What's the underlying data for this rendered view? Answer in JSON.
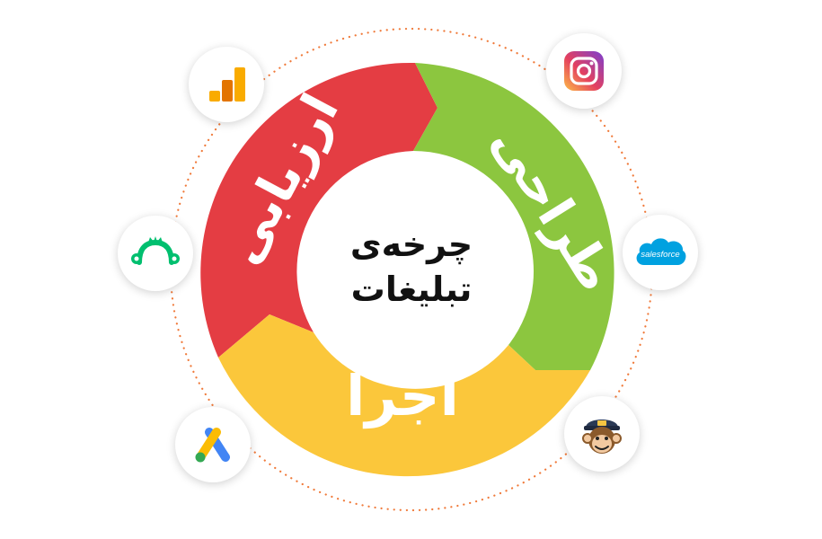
{
  "center": {
    "line1": "چرخه‌ی",
    "line2": "تبلیغات"
  },
  "segments": [
    {
      "id": "evaluate",
      "label": "ارزیابی",
      "color": "#e43d43"
    },
    {
      "id": "design",
      "label": "طراحی",
      "color": "#8cc63f"
    },
    {
      "id": "execute",
      "label": "اجرا",
      "color": "#fbc73b"
    }
  ],
  "orbit_color": "#f07a3a",
  "badges": [
    {
      "name": "google-analytics-icon"
    },
    {
      "name": "instagram-icon"
    },
    {
      "name": "surveymonkey-icon"
    },
    {
      "name": "salesforce-icon",
      "text": "salesforce"
    },
    {
      "name": "google-ads-icon"
    },
    {
      "name": "mailchimp-icon"
    }
  ]
}
